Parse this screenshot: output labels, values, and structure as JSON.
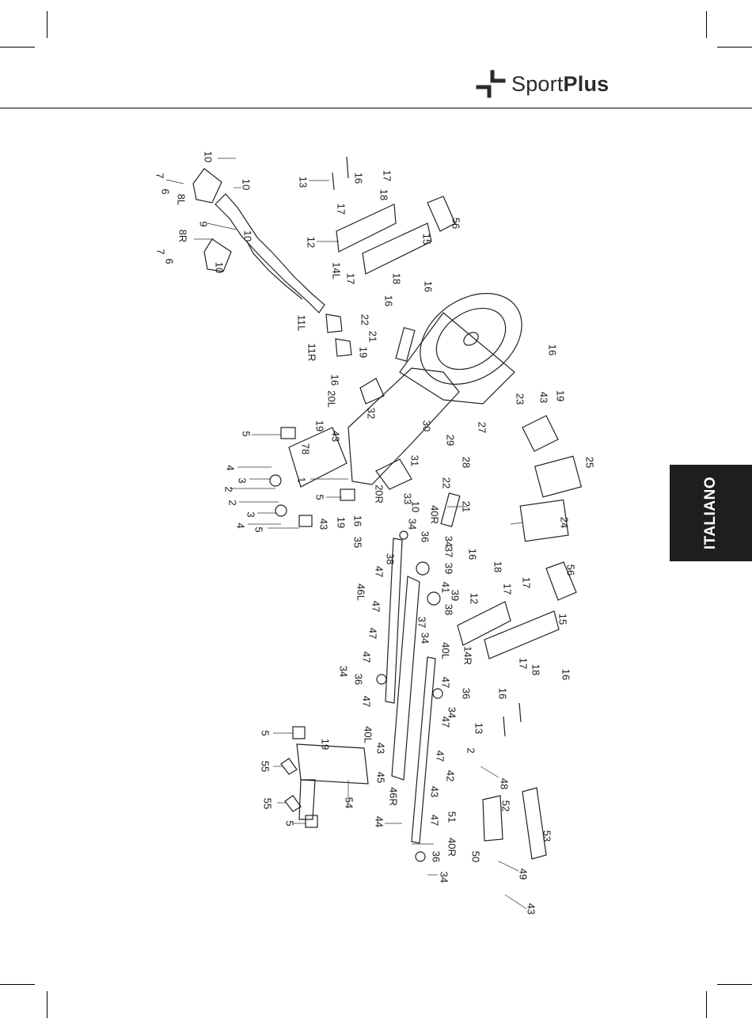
{
  "brand": {
    "name_regular": "Sport",
    "name_bold": "Plus",
    "icon": "cross-logo-icon"
  },
  "language_tab": {
    "label": "ITALIANO",
    "color": "#1e1e1e"
  },
  "diagram": {
    "part_labels": [
      "1",
      "2",
      "3",
      "4",
      "5",
      "6",
      "7",
      "8L",
      "8R",
      "9",
      "10",
      "11L",
      "11R",
      "12",
      "13",
      "14L",
      "14R",
      "15",
      "16",
      "17",
      "18",
      "19",
      "20L",
      "20R",
      "21",
      "22",
      "23",
      "24",
      "25",
      "27",
      "28",
      "29",
      "30",
      "31",
      "32",
      "33",
      "34",
      "35",
      "36",
      "37",
      "38",
      "39",
      "40L",
      "40R",
      "41",
      "42",
      "43",
      "44",
      "45",
      "46L",
      "46R",
      "47",
      "48",
      "49",
      "50",
      "51",
      "52",
      "53",
      "54",
      "55",
      "56",
      "78"
    ]
  }
}
